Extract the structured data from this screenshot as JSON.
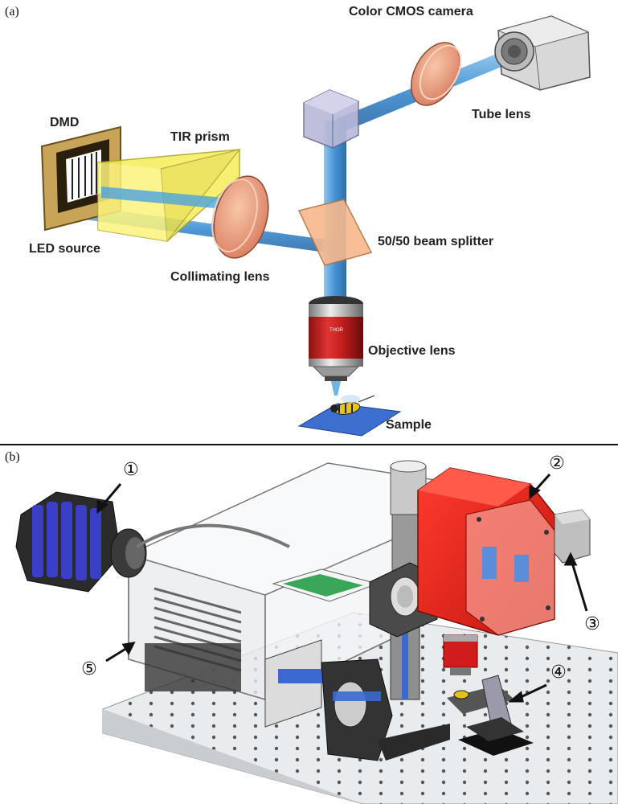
{
  "panel_a": {
    "tag": "(a)",
    "labels": {
      "camera": "Color CMOS camera",
      "dmd": "DMD",
      "tir": "TIR prism",
      "tube_lens": "Tube lens",
      "led": "LED source",
      "splitter": "50/50 beam splitter",
      "collimating": "Collimating lens",
      "objective": "Objective lens",
      "sample": "Sample"
    }
  },
  "panel_b": {
    "tag": "(b)",
    "callouts": [
      "①",
      "②",
      "③",
      "④",
      "⑤"
    ]
  }
}
